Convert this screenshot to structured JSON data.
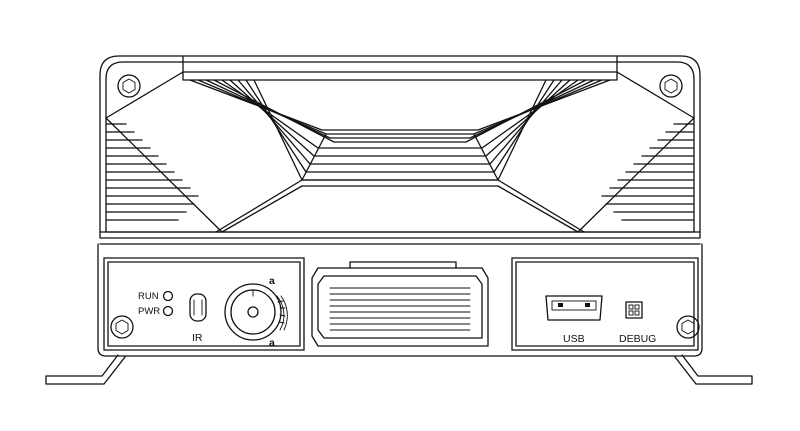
{
  "labels": {
    "run": "RUN",
    "pwr": "PWR",
    "ir": "IR",
    "usb": "USB",
    "debug": "DEBUG",
    "lock_top": "a",
    "lock_bottom": "a"
  }
}
